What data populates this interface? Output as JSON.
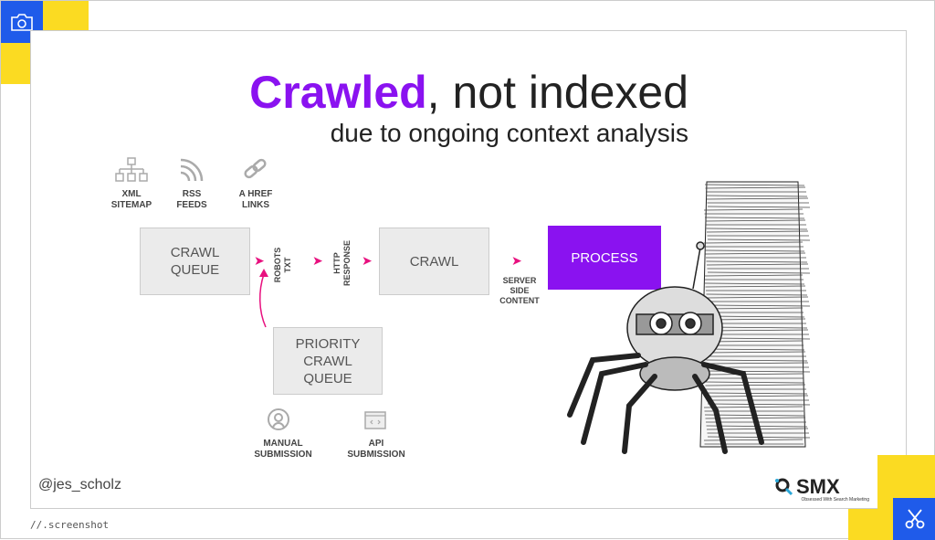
{
  "frame": {
    "watermark": "//.screenshot",
    "camera_icon": "camera-icon",
    "scissors_icon": "scissors-icon",
    "accent_yellow": "#fbdb22",
    "accent_blue": "#1f5bea"
  },
  "slide": {
    "title_highlight": "Crawled",
    "title_rest": ", not indexed",
    "subtitle": "due to ongoing context analysis",
    "sources": [
      {
        "line1": "XML",
        "line2": "SITEMAP",
        "icon": "sitemap-icon"
      },
      {
        "line1": "RSS",
        "line2": "FEEDS",
        "icon": "rss-icon"
      },
      {
        "line1": "A HREF",
        "line2": "LINKS",
        "icon": "link-icon"
      }
    ],
    "crawl_queue": [
      "CRAWL",
      "QUEUE"
    ],
    "robots": [
      "ROBOTS",
      "TXT"
    ],
    "http": [
      "HTTP",
      "RESPONSE"
    ],
    "crawl": "CRAWL",
    "server": [
      "SERVER",
      "SIDE",
      "CONTENT"
    ],
    "process": "PROCESS",
    "priority": [
      "PRIORITY",
      "CRAWL",
      "QUEUE"
    ],
    "submissions": [
      {
        "line1": "MANUAL",
        "line2": "SUBMISSION",
        "icon": "person-icon"
      },
      {
        "line1": "API",
        "line2": "SUBMISSION",
        "icon": "api-icon"
      }
    ],
    "handle": "@jes_scholz",
    "logo": {
      "name": "SMX",
      "tagline": "Obsessed With Search Marketing"
    },
    "colors": {
      "purple": "#8a12f0",
      "arrow": "#e8117f"
    }
  }
}
